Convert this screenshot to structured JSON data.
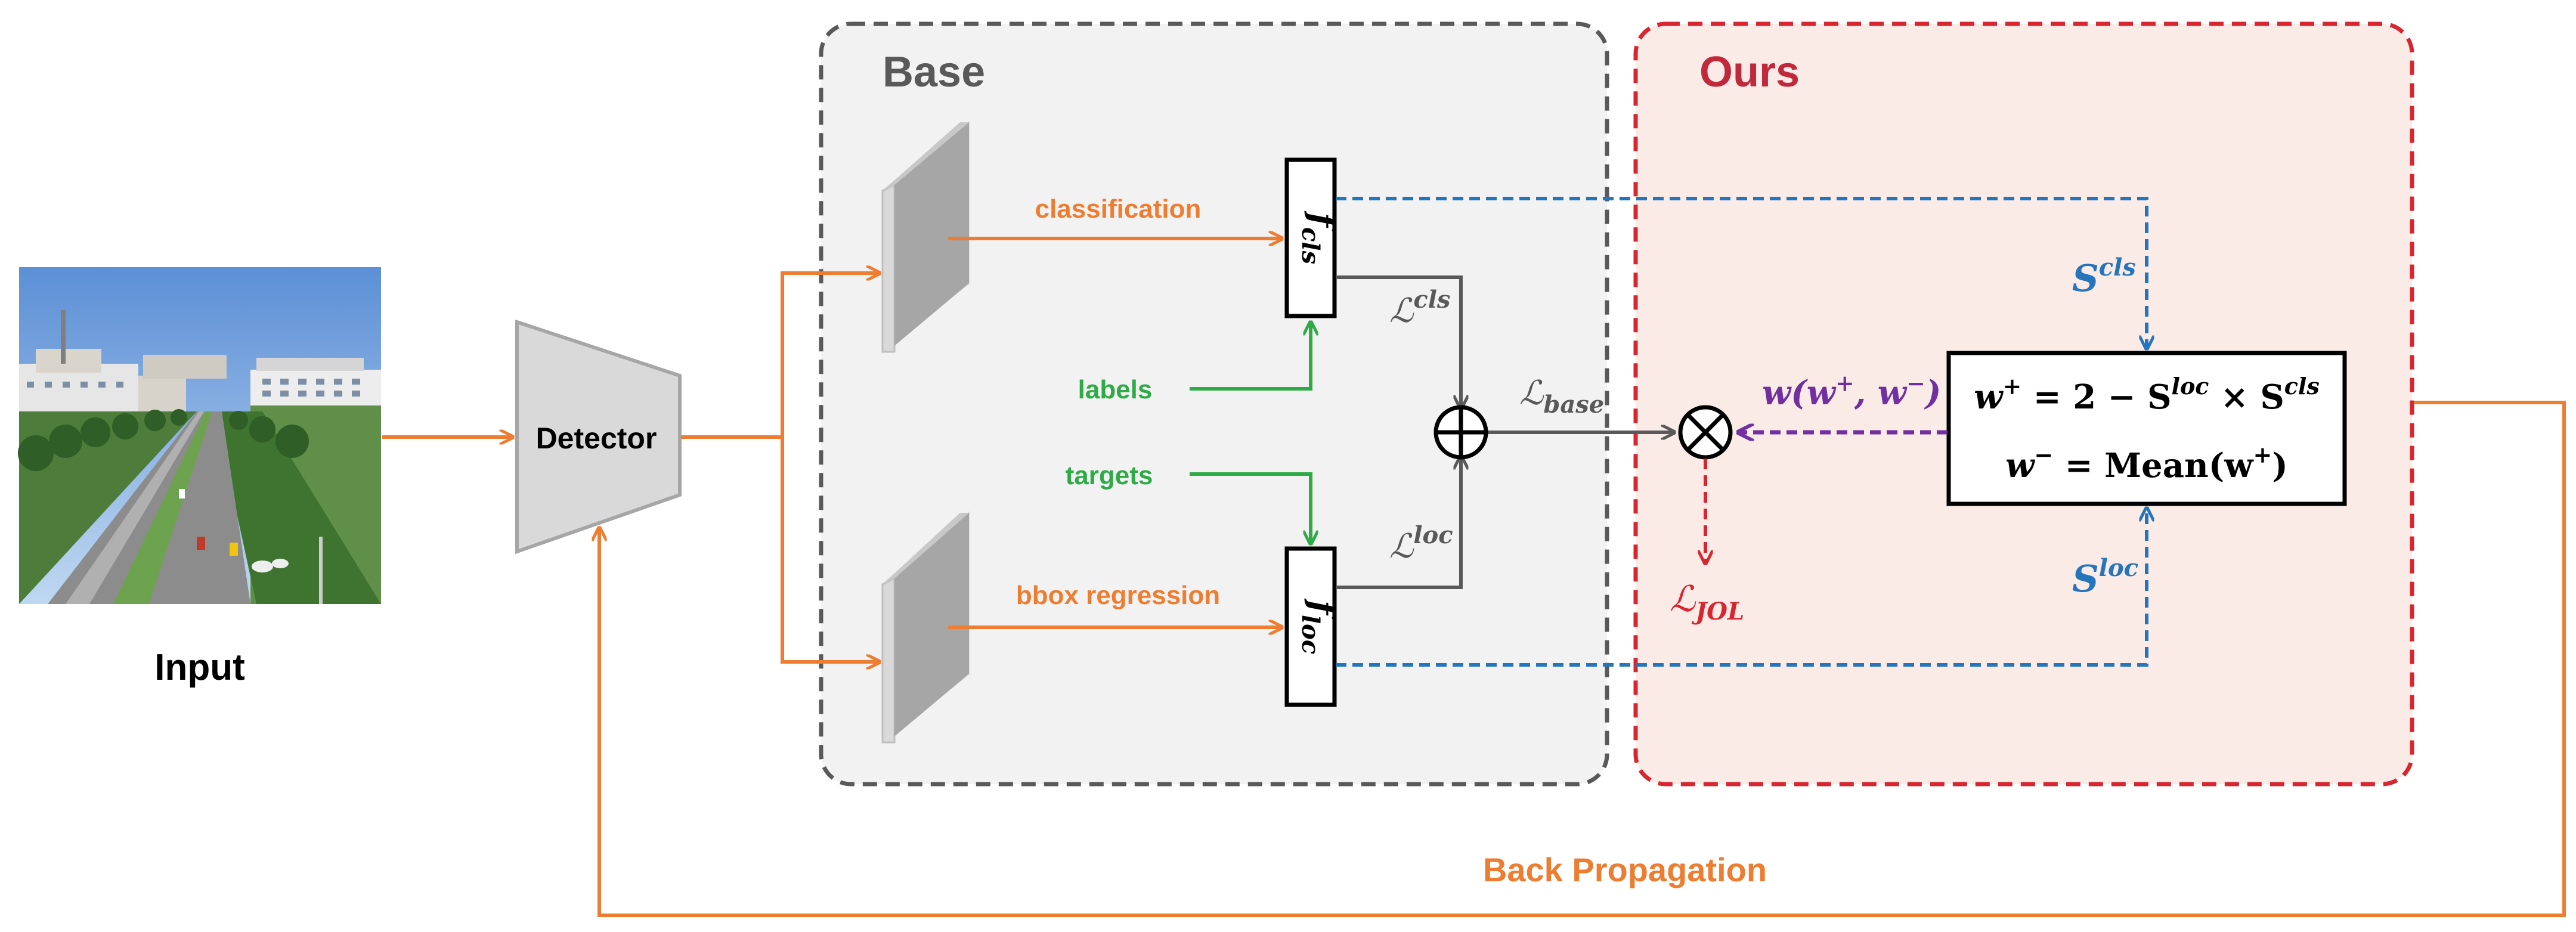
{
  "input": {
    "label": "Input"
  },
  "detector": {
    "label": "Detector"
  },
  "base": {
    "title": "Base",
    "classification": "classification",
    "bbox_regression": "bbox regression",
    "labels": "labels",
    "targets": "targets",
    "f_cls": {
      "base": "f",
      "sub": "cls"
    },
    "f_loc": {
      "base": "f",
      "sub": "loc"
    },
    "loss_cls": {
      "base": "ℒ",
      "sup": "cls"
    },
    "loss_loc": {
      "base": "ℒ",
      "sup": "loc"
    },
    "loss_base": {
      "base": "ℒ",
      "sub": "base"
    },
    "plus_symbol": "⊕"
  },
  "ours": {
    "title": "Ours",
    "s_cls": {
      "base": "S",
      "sup": "cls"
    },
    "s_loc": {
      "base": "S",
      "sup": "loc"
    },
    "weight_label": {
      "prefix": "w(w",
      "sup1": "+",
      "mid": ", w",
      "sup2": "−",
      "suffix": ")"
    },
    "formula1": {
      "a": "w",
      "a_sup": "+",
      "b": " = 2 − S",
      "b_sup": "loc",
      "c": " × S",
      "c_sup": "cls"
    },
    "formula2": {
      "a": "w",
      "a_sup": "−",
      "b": " = Mean(w",
      "b_sup": "+",
      "c": ")"
    },
    "loss_jol": {
      "base": "ℒ",
      "sub": "JOL"
    },
    "times_symbol": "⊗"
  },
  "back_propagation": "Back Propagation",
  "colors": {
    "orange": "#ED7D31",
    "green": "#2EAA47",
    "blue": "#2575BD",
    "red": "#D7262F",
    "purple": "#7030A0",
    "dark_red": "#C0283B",
    "gray_text": "#595959",
    "base_bg": "#F2F2F2",
    "ours_bg": "#FBEBE7"
  }
}
